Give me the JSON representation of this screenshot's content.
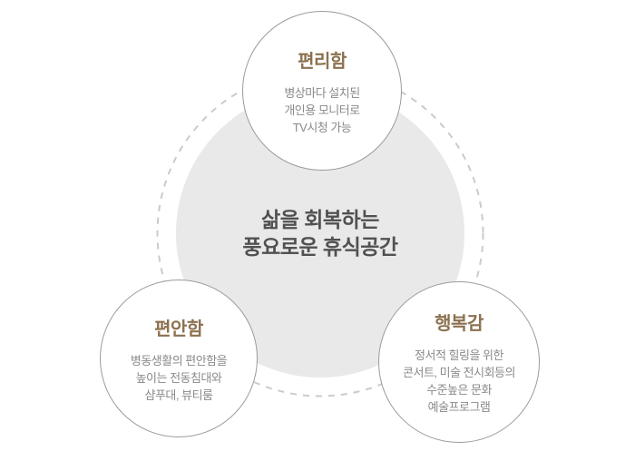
{
  "colors": {
    "title_brown": "#8c7150",
    "center_text_gray": "#515151",
    "body_gray": "#8a8a8a",
    "circle_border_gray": "#9b9b9b",
    "dashed_ring_gray": "#cbcbcb",
    "center_fill_gray": "#e9e9e9",
    "background": "#ffffff"
  },
  "center": {
    "line1": "삶을 회복하는",
    "line2": "풍요로운 휴식공간"
  },
  "circles": [
    {
      "id": "convenience",
      "title": "편리함",
      "body_lines": [
        "병상마다 설치된",
        "개인용 모니터로",
        "TV시청 가능"
      ]
    },
    {
      "id": "comfort",
      "title": "편안함",
      "body_lines": [
        "병동생활의 편안함을",
        "높이는 전동침대와",
        "샴푸대, 뷰티룸"
      ]
    },
    {
      "id": "happiness",
      "title": "행복감",
      "body_lines": [
        "정서적 힐링을 위한",
        "콘서트, 미술 전시회등의",
        "수준높은 문화",
        "예술프로그램"
      ]
    }
  ]
}
